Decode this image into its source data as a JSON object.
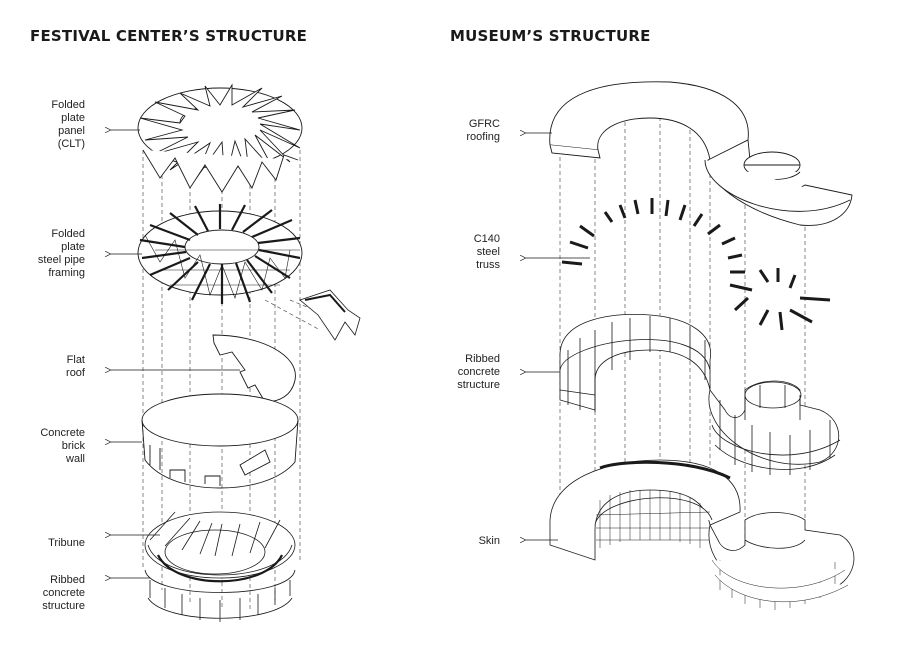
{
  "festival": {
    "title": "FESTIVAL CENTER’S STRUCTURE",
    "labels": {
      "folded_plate_panel": [
        "Folded",
        "plate",
        "panel",
        "(CLT)"
      ],
      "steel_pipe_framing": [
        "Folded",
        "plate",
        "steel pipe",
        "framing"
      ],
      "flat_roof": [
        "Flat",
        "roof"
      ],
      "concrete_brick_wall": [
        "Concrete",
        "brick",
        "wall"
      ],
      "tribune": [
        "Tribune"
      ],
      "ribbed_concrete": [
        "Ribbed",
        "concrete",
        "structure"
      ]
    }
  },
  "museum": {
    "title": "MUSEUM’S STRUCTURE",
    "labels": {
      "gfrc_roofing": [
        "GFRC",
        "roofing"
      ],
      "steel_truss": [
        "C140",
        "steel",
        "truss"
      ],
      "ribbed_concrete": [
        "Ribbed",
        "concrete",
        "structure"
      ],
      "skin": [
        "Skin"
      ]
    }
  },
  "colors": {
    "ink": "#1a1a1a",
    "background": "#ffffff"
  }
}
